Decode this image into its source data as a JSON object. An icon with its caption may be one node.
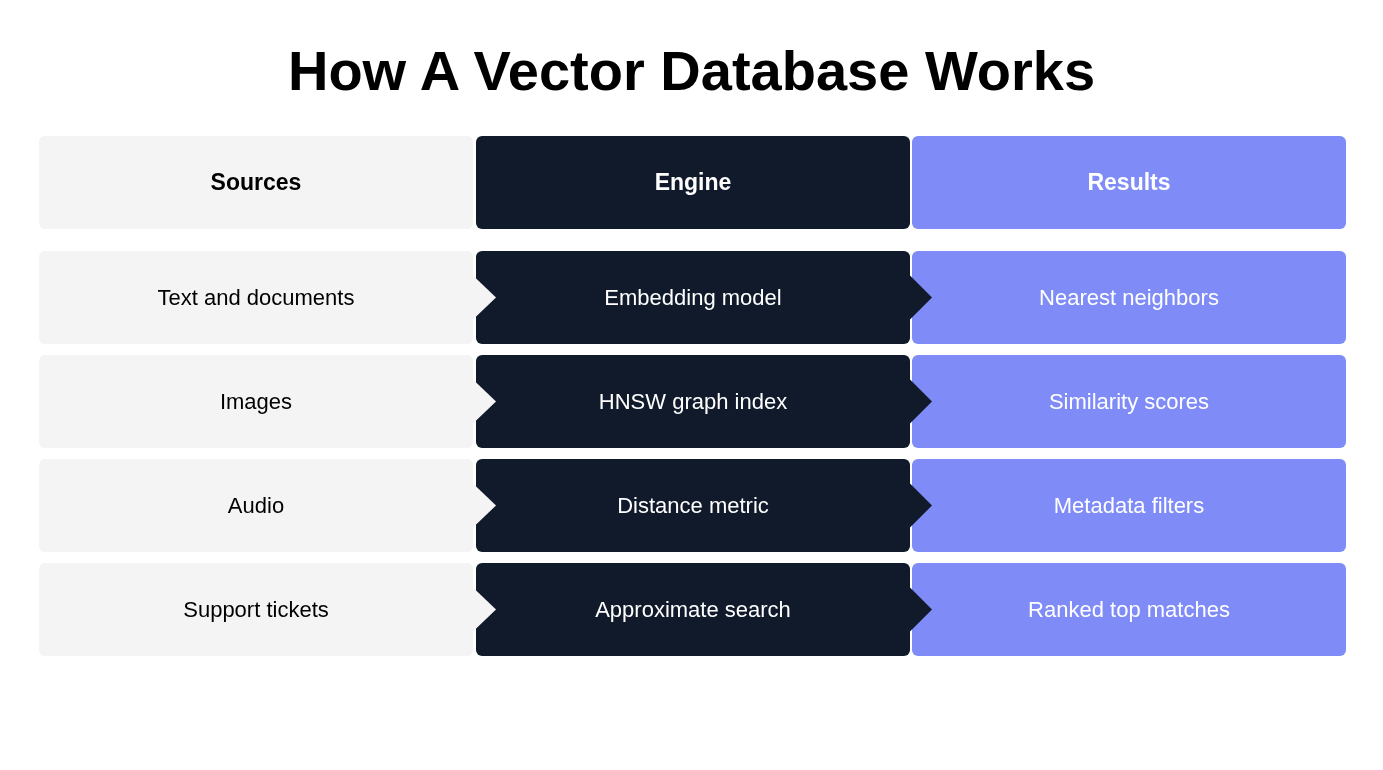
{
  "diagram": {
    "title": "How A Vector Database Works",
    "nodes": [
      {
        "text": [
          "Sources"
        ]
      },
      {
        "text": [
          "Engine"
        ]
      },
      {
        "text": [
          "Results"
        ]
      },
      {
        "text": [
          "Text and documents"
        ]
      },
      {
        "text": [
          "Embedding model"
        ]
      },
      {
        "text": [
          "Nearest neighbors"
        ]
      },
      {
        "text": [
          "Images"
        ]
      },
      {
        "text": [
          "HNSW graph index"
        ]
      },
      {
        "text": [
          "Similarity scores"
        ]
      },
      {
        "text": [
          "Audio"
        ]
      },
      {
        "text": [
          "Distance metric"
        ]
      },
      {
        "text": [
          "Metadata filters"
        ]
      },
      {
        "text": [
          "Support tickets"
        ]
      },
      {
        "text": [
          "Approximate search"
        ]
      },
      {
        "text": [
          "Ranked top matches"
        ]
      }
    ],
    "edges": [
      {
        "from": 3,
        "to": 4,
        "arrow": "to"
      },
      {
        "from": 4,
        "to": 5,
        "arrow": "to"
      },
      {
        "from": 6,
        "to": 7,
        "arrow": "to"
      },
      {
        "from": 7,
        "to": 8,
        "arrow": "to"
      },
      {
        "from": 9,
        "to": 10,
        "arrow": "to"
      },
      {
        "from": 10,
        "to": 11,
        "arrow": "to"
      },
      {
        "from": 12,
        "to": 13,
        "arrow": "to"
      },
      {
        "from": 13,
        "to": 14,
        "arrow": "to"
      }
    ]
  }
}
